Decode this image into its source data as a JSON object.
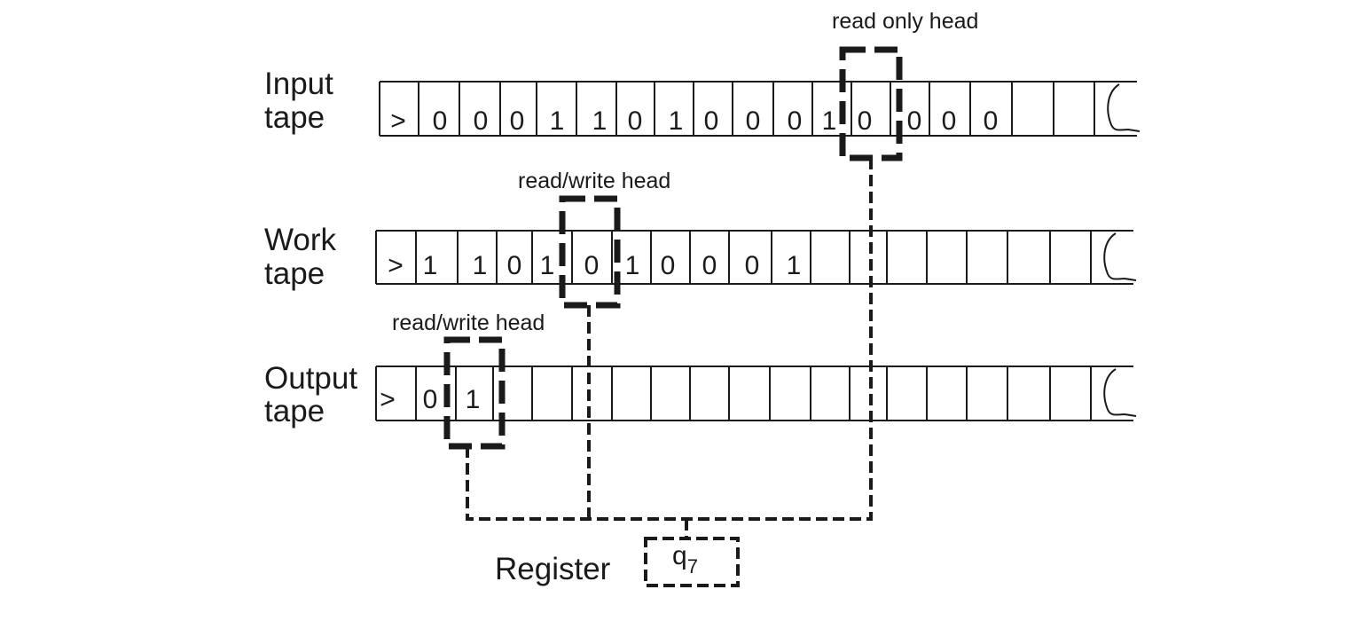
{
  "tapes": {
    "input": {
      "label_line1": "Input",
      "label_line2": "tape",
      "symbols": [
        ">",
        "0",
        "0",
        "0",
        "1",
        "1",
        "0",
        "1",
        "0",
        "0",
        "0",
        "1",
        "0",
        "0",
        "0",
        "0"
      ],
      "head_label": "read only head"
    },
    "work": {
      "label_line1": "Work",
      "label_line2": "tape",
      "symbols": [
        ">",
        "1",
        "1",
        "0",
        "1",
        "0",
        "1",
        "0",
        "0",
        "0",
        "1"
      ],
      "head_label": "read/write head"
    },
    "output": {
      "label_line1": "Output",
      "label_line2": "tape",
      "symbols": [
        ">",
        "0",
        "1"
      ],
      "head_label": "read/write head"
    }
  },
  "register": {
    "label": "Register",
    "state_letter": "q",
    "state_sub": "7"
  }
}
